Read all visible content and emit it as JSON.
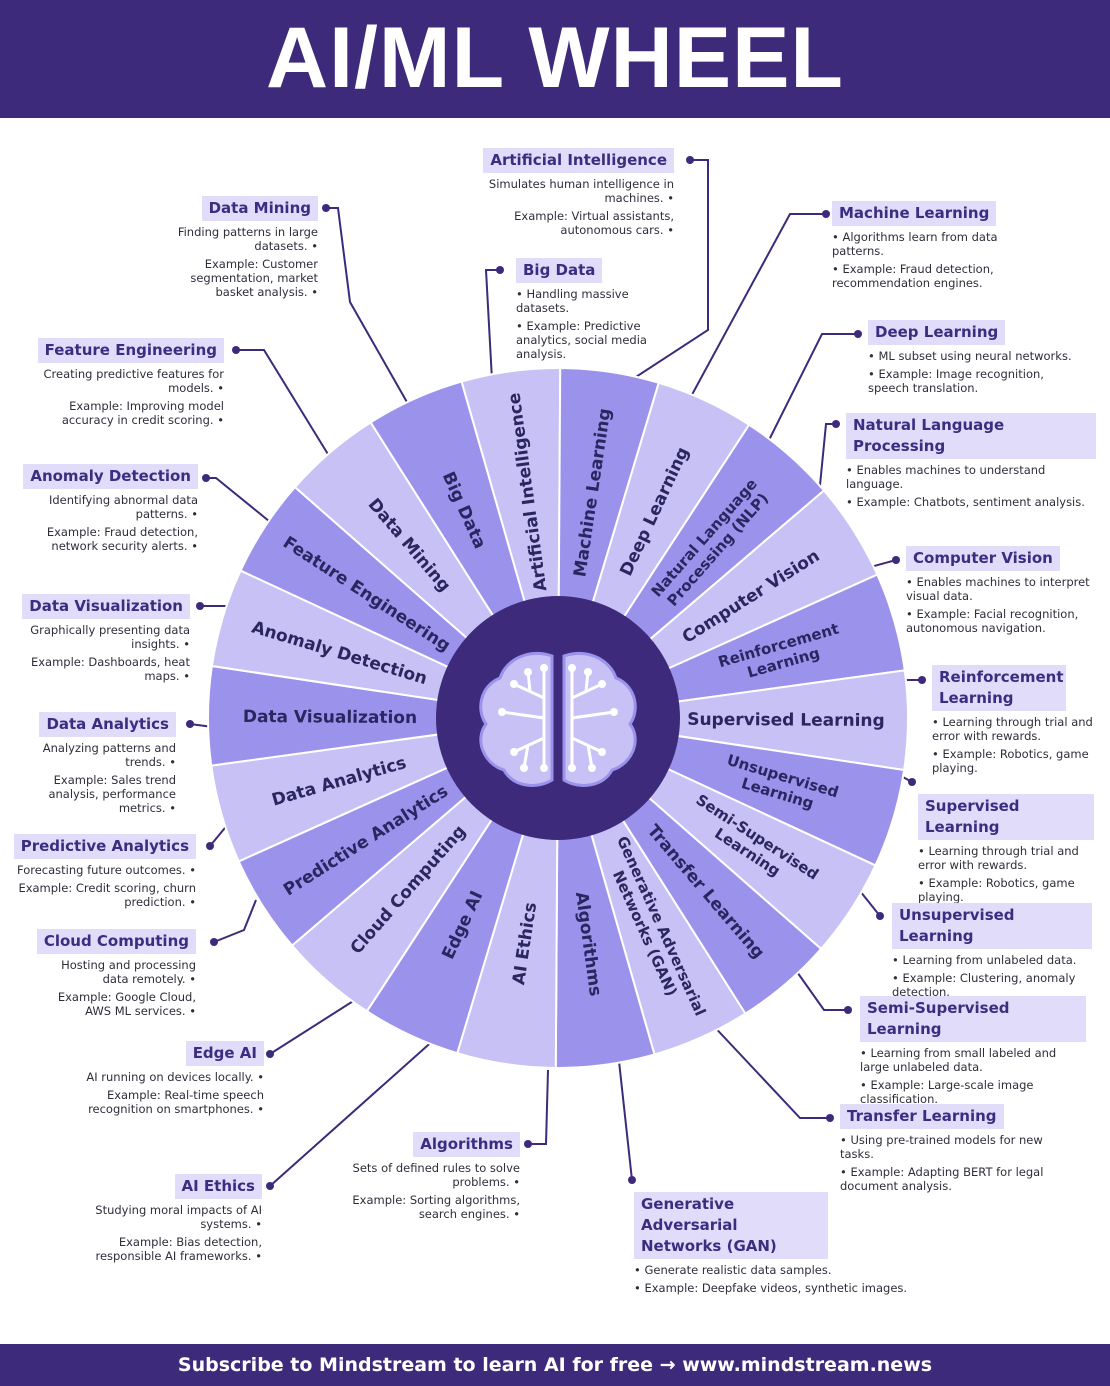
{
  "title": "AI/ML WHEEL",
  "footer": "Subscribe to Mindstream to learn AI for free → www.mindstream.news",
  "colors": {
    "header": "#3d2a7a",
    "hub": "#3d2a7a",
    "segment_dark": "#9b92ec",
    "segment_light": "#c8c1f5",
    "label_bg": "#e2dcfb"
  },
  "hub_icon": "brain-circuit-icon",
  "wheel": {
    "segments": [
      {
        "label": "Artificial Intelligence"
      },
      {
        "label": "Machine Learning"
      },
      {
        "label": "Deep Learning"
      },
      {
        "label": "Natural Language\nProcessing (NLP)"
      },
      {
        "label": "Computer Vision"
      },
      {
        "label": "Reinforcement\nLearning"
      },
      {
        "label": "Supervised Learning"
      },
      {
        "label": "Unsupervised\nLearning"
      },
      {
        "label": "Semi-Supervised\nLearning"
      },
      {
        "label": "Transfer Learning"
      },
      {
        "label": "Generative Adversarial\nNetworks (GAN)"
      },
      {
        "label": "Algorithms"
      },
      {
        "label": "AI Ethics"
      },
      {
        "label": "Edge AI"
      },
      {
        "label": "Cloud Computing"
      },
      {
        "label": "Predictive Analytics"
      },
      {
        "label": "Data Analytics"
      },
      {
        "label": "Data Visualization"
      },
      {
        "label": "Anomaly Detection"
      },
      {
        "label": "Feature Engineering"
      },
      {
        "label": "Data Mining"
      },
      {
        "label": "Big Data"
      }
    ]
  },
  "callouts": {
    "artificial_intelligence": {
      "title": "Artificial Intelligence",
      "items": [
        "Simulates human intelligence in machines.",
        "Example: Virtual assistants, autonomous cars."
      ]
    },
    "data_mining": {
      "title": "Data Mining",
      "items": [
        "Finding patterns in large datasets.",
        "Example: Customer segmentation, market basket analysis."
      ]
    },
    "big_data": {
      "title": "Big Data",
      "items": [
        "Handling massive datasets.",
        "Example: Predictive analytics, social media analysis."
      ]
    },
    "machine_learning": {
      "title": "Machine Learning",
      "items": [
        "Algorithms learn from data patterns.",
        "Example: Fraud detection, recommendation engines."
      ]
    },
    "feature_engineering": {
      "title": "Feature Engineering",
      "items": [
        "Creating predictive features for models.",
        "Example: Improving model accuracy in credit scoring."
      ]
    },
    "deep_learning": {
      "title": "Deep Learning",
      "items": [
        "ML subset using neural networks.",
        "Example: Image recognition, speech translation."
      ]
    },
    "nlp": {
      "title": "Natural Language Processing",
      "items": [
        "Enables machines to understand language.",
        "Example: Chatbots, sentiment analysis."
      ]
    },
    "anomaly_detection": {
      "title": "Anomaly Detection",
      "items": [
        "Identifying abnormal data patterns.",
        "Example: Fraud detection, network security alerts."
      ]
    },
    "computer_vision": {
      "title": "Computer Vision",
      "items": [
        "Enables machines to interpret visual data.",
        "Example: Facial recognition, autonomous navigation."
      ]
    },
    "data_visualization": {
      "title": "Data Visualization",
      "items": [
        "Graphically presenting data insights.",
        "Example: Dashboards, heat maps."
      ]
    },
    "reinforcement_learning": {
      "title": "Reinforcement Learning",
      "items": [
        "Learning through trial and error with rewards.",
        "Example: Robotics, game playing."
      ]
    },
    "data_analytics": {
      "title": "Data Analytics",
      "items": [
        "Analyzing patterns and trends.",
        "Example: Sales trend analysis, performance metrics."
      ]
    },
    "supervised_learning": {
      "title": "Supervised Learning",
      "items": [
        "Learning through trial and error with rewards.",
        "Example: Robotics, game playing."
      ]
    },
    "predictive_analytics": {
      "title": "Predictive Analytics",
      "items": [
        "Forecasting future outcomes.",
        "Example: Credit scoring, churn prediction."
      ]
    },
    "unsupervised_learning": {
      "title": "Unsupervised Learning",
      "items": [
        "Learning from unlabeled data.",
        "Example: Clustering, anomaly detection."
      ]
    },
    "cloud_computing": {
      "title": "Cloud Computing",
      "items": [
        "Hosting and processing data remotely.",
        "Example: Google Cloud, AWS ML services."
      ]
    },
    "semi_supervised_learning": {
      "title": "Semi-Supervised Learning",
      "items": [
        "Learning from small labeled and large unlabeled data.",
        "Example: Large-scale image classification."
      ]
    },
    "edge_ai": {
      "title": "Edge AI",
      "items": [
        "AI running on devices locally.",
        "Example: Real-time speech recognition on smartphones."
      ]
    },
    "transfer_learning": {
      "title": "Transfer Learning",
      "items": [
        "Using pre-trained models for new tasks.",
        "Example: Adapting BERT for legal document analysis."
      ]
    },
    "algorithms": {
      "title": "Algorithms",
      "items": [
        "Sets of defined rules to solve problems.",
        "Example: Sorting algorithms, search engines."
      ]
    },
    "ai_ethics": {
      "title": "AI Ethics",
      "items": [
        "Studying moral impacts of AI systems.",
        "Example: Bias detection, responsible AI frameworks."
      ]
    },
    "gan": {
      "title": "Generative Adversarial Networks (GAN)",
      "items": [
        "Generate realistic data samples.",
        "Example: Deepfake videos, synthetic images."
      ]
    }
  }
}
